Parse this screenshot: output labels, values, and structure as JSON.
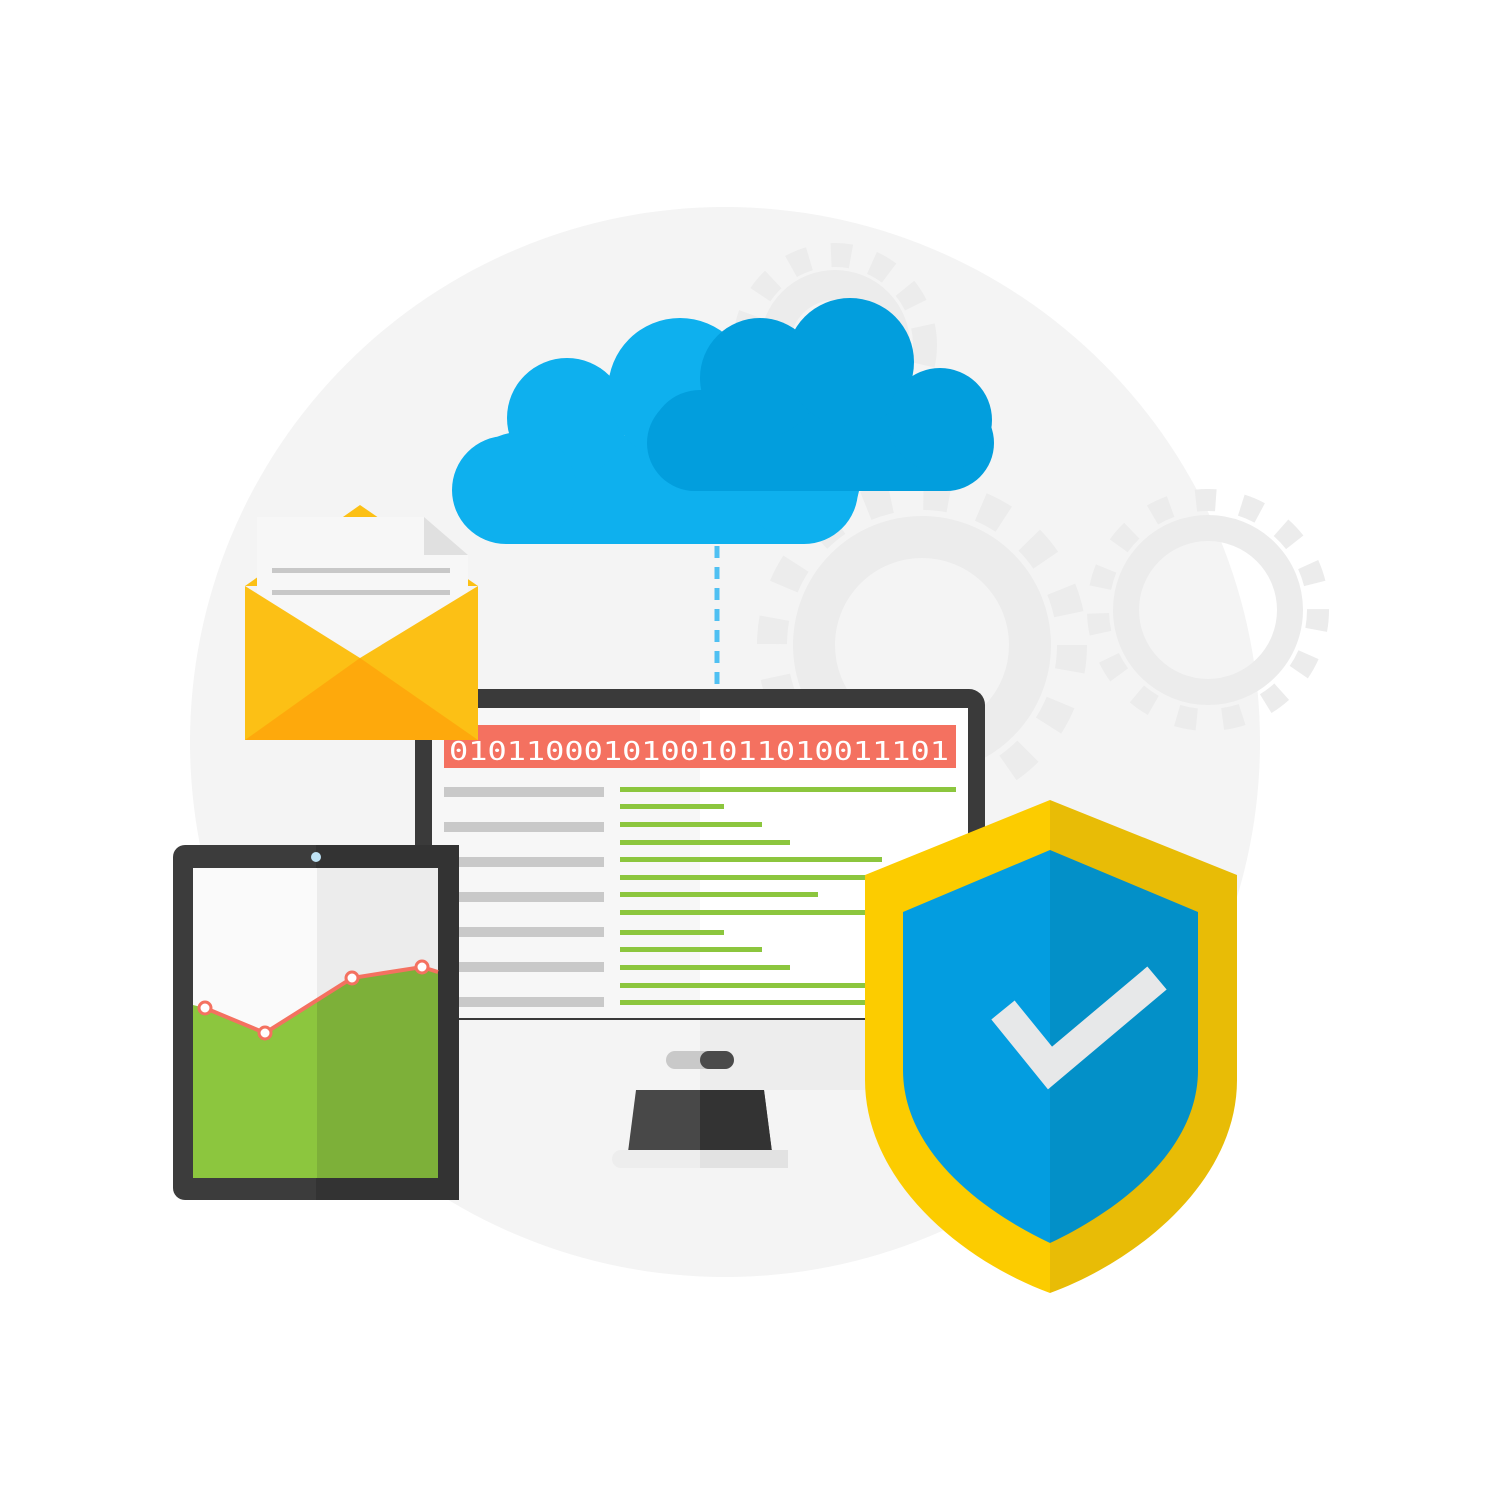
{
  "illustration": {
    "monitor": {
      "binary_code": "01011000101001011010011101",
      "left_column_lines": 7,
      "right_column_lines": 13
    },
    "tablet": {
      "chart_series_levels": [
        0.55,
        0.45,
        0.68,
        0.72
      ]
    },
    "shield": {
      "status": "verified"
    },
    "envelope": {
      "document_lines": 2
    },
    "cloud": {
      "connection": "dashed-link-to-monitor"
    }
  },
  "colors": {
    "background_circle": "#f4f4f4",
    "gear": "#ececec",
    "cloud_light": "#0eb0ee",
    "cloud_dark": "#029edd",
    "connector": "#4fc0f2",
    "envelope_light": "#fcc015",
    "envelope_dark": "#fea90c",
    "paper": "#f7f7f7",
    "paper_lines": "#c8c8c8",
    "monitor_frame": "#3a3a3a",
    "monitor_screen": "#ffffff",
    "binary_bar": "#f47160",
    "binary_text": "#ffffff",
    "grey_lines": "#c9c9c9",
    "green_lines": "#8cc63e",
    "stand_dark": "#333333",
    "stand_light": "#484848",
    "base": "#ededed",
    "tablet_frame": "#3c3c3c",
    "tablet_screen_left": "#fafafa",
    "tablet_screen_right": "#ececec",
    "chart_fill_left": "#8cc63e",
    "chart_fill_right": "#7db039",
    "chart_line": "#f47160",
    "camera_dot": "#bfe3f5",
    "shield_outer_left": "#fccc00",
    "shield_outer_right": "#e8bc06",
    "shield_inner_left": "#039de0",
    "shield_inner_right": "#0390c8",
    "checkmark": "#e7e8e9"
  }
}
